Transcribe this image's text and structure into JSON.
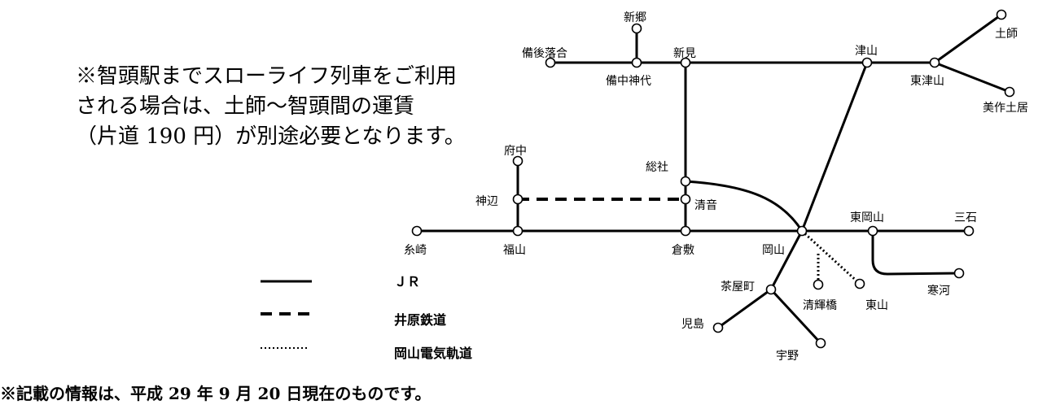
{
  "notice": {
    "line1": "※智頭駅までスローライフ列車をご利用",
    "line2": "される場合は、土師～智頭間の運賃",
    "line3": "（片道 190 円）が別途必要となります。"
  },
  "footer": "※記載の情報は、平成 29 年 9 月 20 日現在のものです。",
  "legend": {
    "jr": "ＪＲ",
    "ibara": "井原鉄道",
    "okaden": "岡山電気軌道"
  },
  "stations": {
    "shingo": "新郷",
    "bingo_ochiai": "備後落合",
    "bitchu_kojiro": "備中神代",
    "niimi": "新見",
    "tsuyama": "津山",
    "haji": "土師",
    "higashi_tsuyama": "東津山",
    "mimasaka_doi": "美作土居",
    "fuchu": "府中",
    "kannabe": "神辺",
    "sosha": "総社",
    "kiyone": "清音",
    "itozaki": "糸崎",
    "fukuyama": "福山",
    "kurashiki": "倉敷",
    "okayama": "岡山",
    "higashi_okayama": "東岡山",
    "mitsuishi": "三石",
    "kanga": "寒河",
    "chayamachi": "茶屋町",
    "seikibashi": "清輝橋",
    "higashiyama": "東山",
    "kojima": "児島",
    "uno": "宇野"
  },
  "colors": {
    "line": "#000000",
    "background": "#ffffff"
  }
}
